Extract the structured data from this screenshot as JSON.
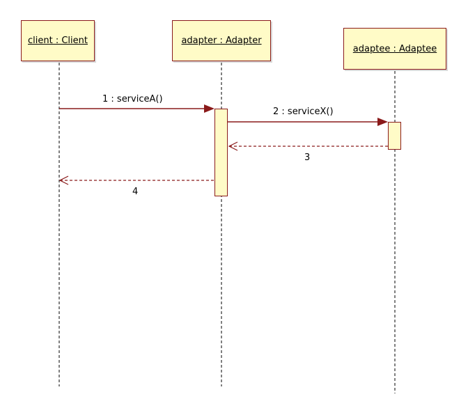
{
  "diagram": {
    "type": "sequence",
    "colors": {
      "line": "#8a1a1a",
      "box_fill": "#fffbc7",
      "lifeline": "#000000"
    },
    "lifelines": [
      {
        "label": "client : Client"
      },
      {
        "label": "adapter : Adapter"
      },
      {
        "label": "adaptee : Adaptee"
      }
    ],
    "messages": [
      {
        "label": "1 : serviceA()",
        "from": "client",
        "to": "adapter",
        "kind": "call"
      },
      {
        "label": "2 : serviceX()",
        "from": "adapter",
        "to": "adaptee",
        "kind": "call"
      },
      {
        "label": "3",
        "from": "adaptee",
        "to": "adapter",
        "kind": "return"
      },
      {
        "label": "4",
        "from": "adapter",
        "to": "client",
        "kind": "return"
      }
    ]
  }
}
